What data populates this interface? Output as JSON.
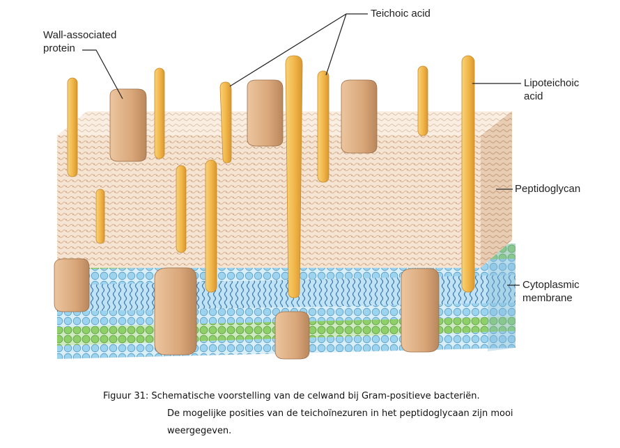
{
  "labels": {
    "teichoic_acid": "Teichoic acid",
    "wall_protein_1": "Wall-associated",
    "wall_protein_2": "protein",
    "lipoteichoic_1": "Lipoteichoic",
    "lipoteichoic_2": "acid",
    "peptidoglycan": "Peptidoglycan",
    "cytoplasmic_1": "Cytoplasmic",
    "cytoplasmic_2": "membrane"
  },
  "caption": {
    "line1": "Figuur 31: Schematische voorstelling van de celwand bij Gram-positieve bacteriën.",
    "line2": "De mogelijke posities van de teichoïnezuren in het peptidoglycaan zijn mooi",
    "line3": "weergegeven."
  },
  "colors": {
    "peptidoglycan": "#f2dcc8",
    "rod": "#f2b84b",
    "protein": "#d9a77a",
    "head_green": "#8fcf6a",
    "head_blue": "#9cd3ee",
    "tail": "#4a86b8"
  }
}
